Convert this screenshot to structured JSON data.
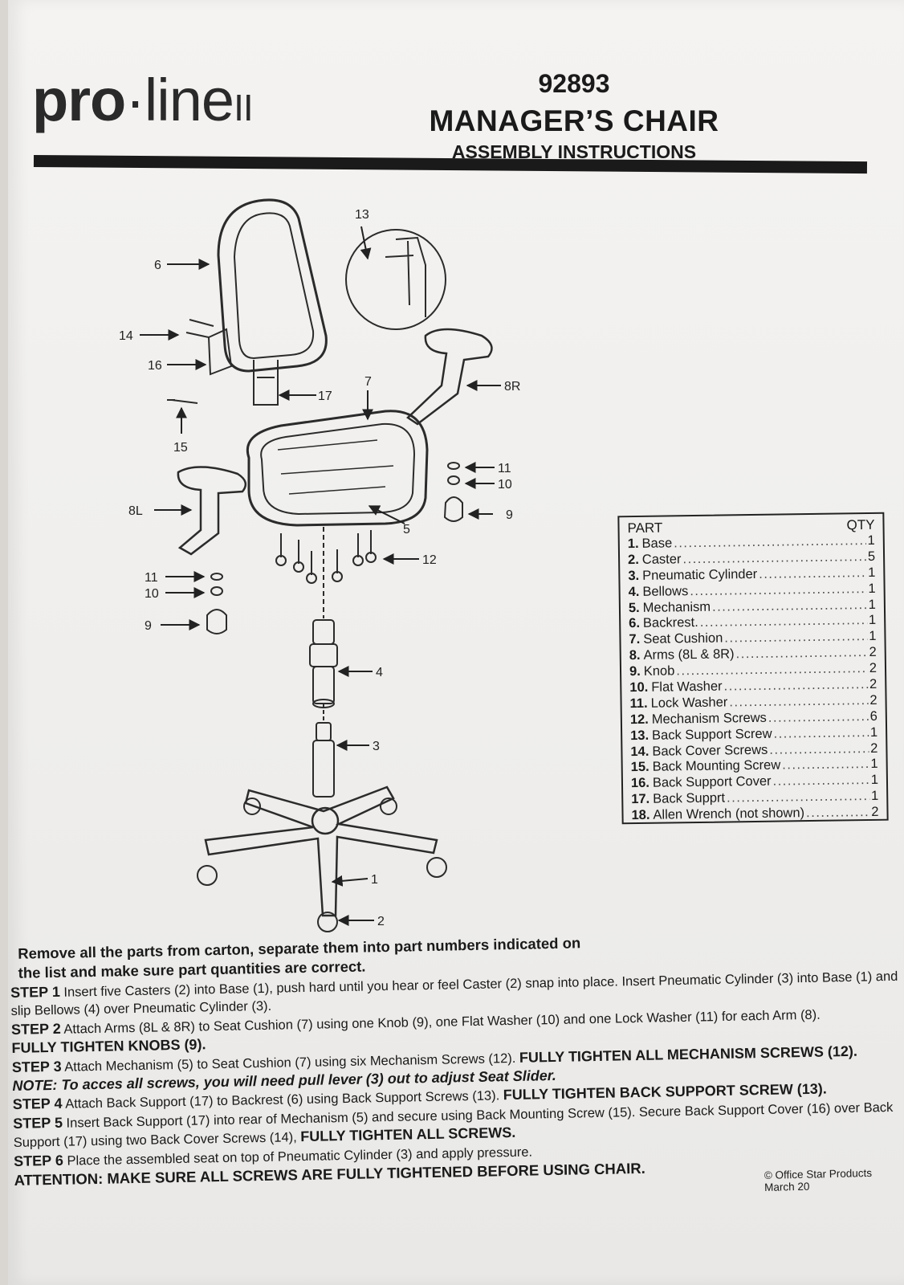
{
  "header": {
    "logo_pro": "pro",
    "logo_dot": "·",
    "logo_line": "line",
    "logo_ii": "II",
    "model": "92893",
    "title": "MANAGER’S CHAIR",
    "subtitle": "ASSEMBLY INSTRUCTIONS"
  },
  "diagram": {
    "callouts": [
      "6",
      "13",
      "14",
      "16",
      "17",
      "7",
      "8R",
      "15",
      "11",
      "10",
      "9",
      "8L",
      "5",
      "12",
      "11",
      "10",
      "9",
      "4",
      "3",
      "1",
      "2"
    ]
  },
  "parts_list": {
    "header_part": "PART",
    "header_qty": "QTY",
    "items": [
      {
        "num": "1.",
        "name": "Base",
        "qty": "1"
      },
      {
        "num": "2.",
        "name": "Caster",
        "qty": "5"
      },
      {
        "num": "3.",
        "name": "Pneumatic Cylinder",
        "qty": "1"
      },
      {
        "num": "4.",
        "name": "Bellows",
        "qty": "1"
      },
      {
        "num": "5.",
        "name": "Mechanism",
        "qty": "1"
      },
      {
        "num": "6.",
        "name": "Backrest.",
        "qty": "1"
      },
      {
        "num": "7.",
        "name": "Seat Cushion",
        "qty": "1"
      },
      {
        "num": "8.",
        "name": "Arms (8L & 8R)",
        "qty": "2"
      },
      {
        "num": "9.",
        "name": "Knob",
        "qty": "2"
      },
      {
        "num": "10.",
        "name": "Flat Washer",
        "qty": "2"
      },
      {
        "num": "11.",
        "name": "Lock Washer",
        "qty": "2"
      },
      {
        "num": "12.",
        "name": "Mechanism Screws",
        "qty": "6"
      },
      {
        "num": "13.",
        "name": "Back Support Screw",
        "qty": "1"
      },
      {
        "num": "14.",
        "name": "Back Cover Screws",
        "qty": "2"
      },
      {
        "num": "15.",
        "name": "Back Mounting Screw",
        "qty": "1"
      },
      {
        "num": "16.",
        "name": "Back Support Cover",
        "qty": "1"
      },
      {
        "num": "17.",
        "name": "Back Supprt",
        "qty": "1"
      },
      {
        "num": "18.",
        "name": "Allen Wrench (not shown)",
        "qty": "2"
      }
    ]
  },
  "instructions": {
    "intro": "Remove all the parts from carton, separate them into part numbers indicated on the list and make sure part quantities are correct.",
    "step1_label": "STEP 1",
    "step1_text": "Insert five Casters (2) into Base (1), push hard until you hear or feel Caster (2) snap into place. Insert Pneumatic Cylinder (3) into Base (1) and slip Bellows (4) over Pneumatic Cylinder (3).",
    "step2_label": "STEP 2",
    "step2_text": "Attach Arms (8L & 8R) to Seat Cushion (7) using one Knob (9), one Flat Washer (10) and one Lock Washer (11) for each Arm (8).",
    "step2_emph": "FULLY TIGHTEN KNOBS (9).",
    "step3_label": "STEP 3",
    "step3_text": "Attach Mechanism (5) to Seat Cushion (7) using six Mechanism Screws (12).",
    "step3_emph": "FULLY TIGHTEN ALL MECHANISM SCREWS (12).",
    "note": "NOTE: To acces all screws, you will need pull lever (3) out to adjust Seat Slider.",
    "step4_label": "STEP 4",
    "step4_text": "Attach Back Support (17) to Backrest (6) using Back Support Screws (13).",
    "step4_emph": "FULLY TIGHTEN BACK SUPPORT SCREW (13).",
    "step5_label": "STEP 5",
    "step5_text": "Insert Back Support (17) into rear of Mechanism (5) and secure using Back Mounting Screw (15). Secure Back Support Cover (16) over Back Support (17) using two Back Cover Screws (14),",
    "step5_emph": "FULLY TIGHTEN ALL SCREWS.",
    "step6_label": "STEP 6",
    "step6_text": "Place the assembled seat on top of Pneumatic Cylinder (3) and apply pressure.",
    "attention": "ATTENTION: MAKE SURE ALL SCREWS ARE FULLY TIGHTENED BEFORE USING CHAIR.",
    "copyright": "© Office Star Products March 20"
  }
}
